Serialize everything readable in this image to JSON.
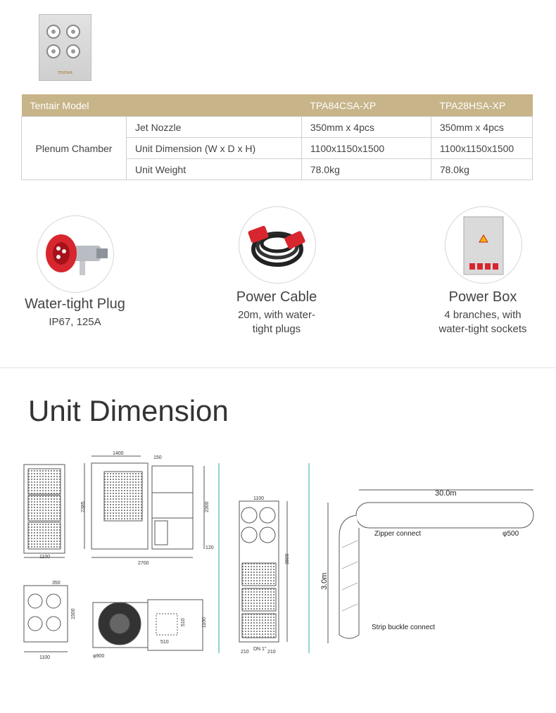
{
  "product_thumbnail": {
    "logo_text": "TENTAIR"
  },
  "spec_table": {
    "header": {
      "model": "Tentair Model",
      "col1": "TPA84CSA-XP",
      "col2": "TPA28HSA-XP"
    },
    "group_label": "Plenum Chamber",
    "rows": [
      {
        "label": "Jet Nozzle",
        "v1": "350mm x 4pcs",
        "v2": "350mm x 4pcs"
      },
      {
        "label": "Unit Dimension (W x D x H)",
        "v1": "1100x1150x1500",
        "v2": "1100x1150x1500"
      },
      {
        "label": "Unit Weight",
        "v1": "78.0kg",
        "v2": "78.0kg"
      }
    ]
  },
  "accessories": [
    {
      "title": "Water-tight Plug",
      "subtitle": "IP67, 125A"
    },
    {
      "title": "Power Cable",
      "subtitle_line1": "20m, with water-",
      "subtitle_line2": "tight plugs"
    },
    {
      "title": "Power Box",
      "subtitle_line1": "4 branches, with",
      "subtitle_line2": "water-tight sockets"
    }
  ],
  "section": {
    "title": "Unit Dimension"
  },
  "drawings": {
    "front_width": "1100",
    "side_width_top": "1400",
    "side_gap": "150",
    "side_height_left": "2385",
    "side_height_right": "2300",
    "side_base": "120",
    "side_length": "2700",
    "plenum_nozzle": "350",
    "plenum_height": "1500",
    "plenum_width": "1100",
    "fan_diameter": "φ900",
    "top_dim_a": "510",
    "top_dim_b": "510",
    "top_depth": "1100",
    "tower_width": "1100",
    "tower_height": "3800",
    "tower_base_left": "210",
    "tower_base_mid": "DN 1\"",
    "tower_base_right": "210",
    "duct_length": "30.0m",
    "duct_height": "3.0m",
    "zipper_label": "Zipper connect",
    "duct_diameter": "φ500",
    "strip_label": "Strip buckle connect"
  }
}
